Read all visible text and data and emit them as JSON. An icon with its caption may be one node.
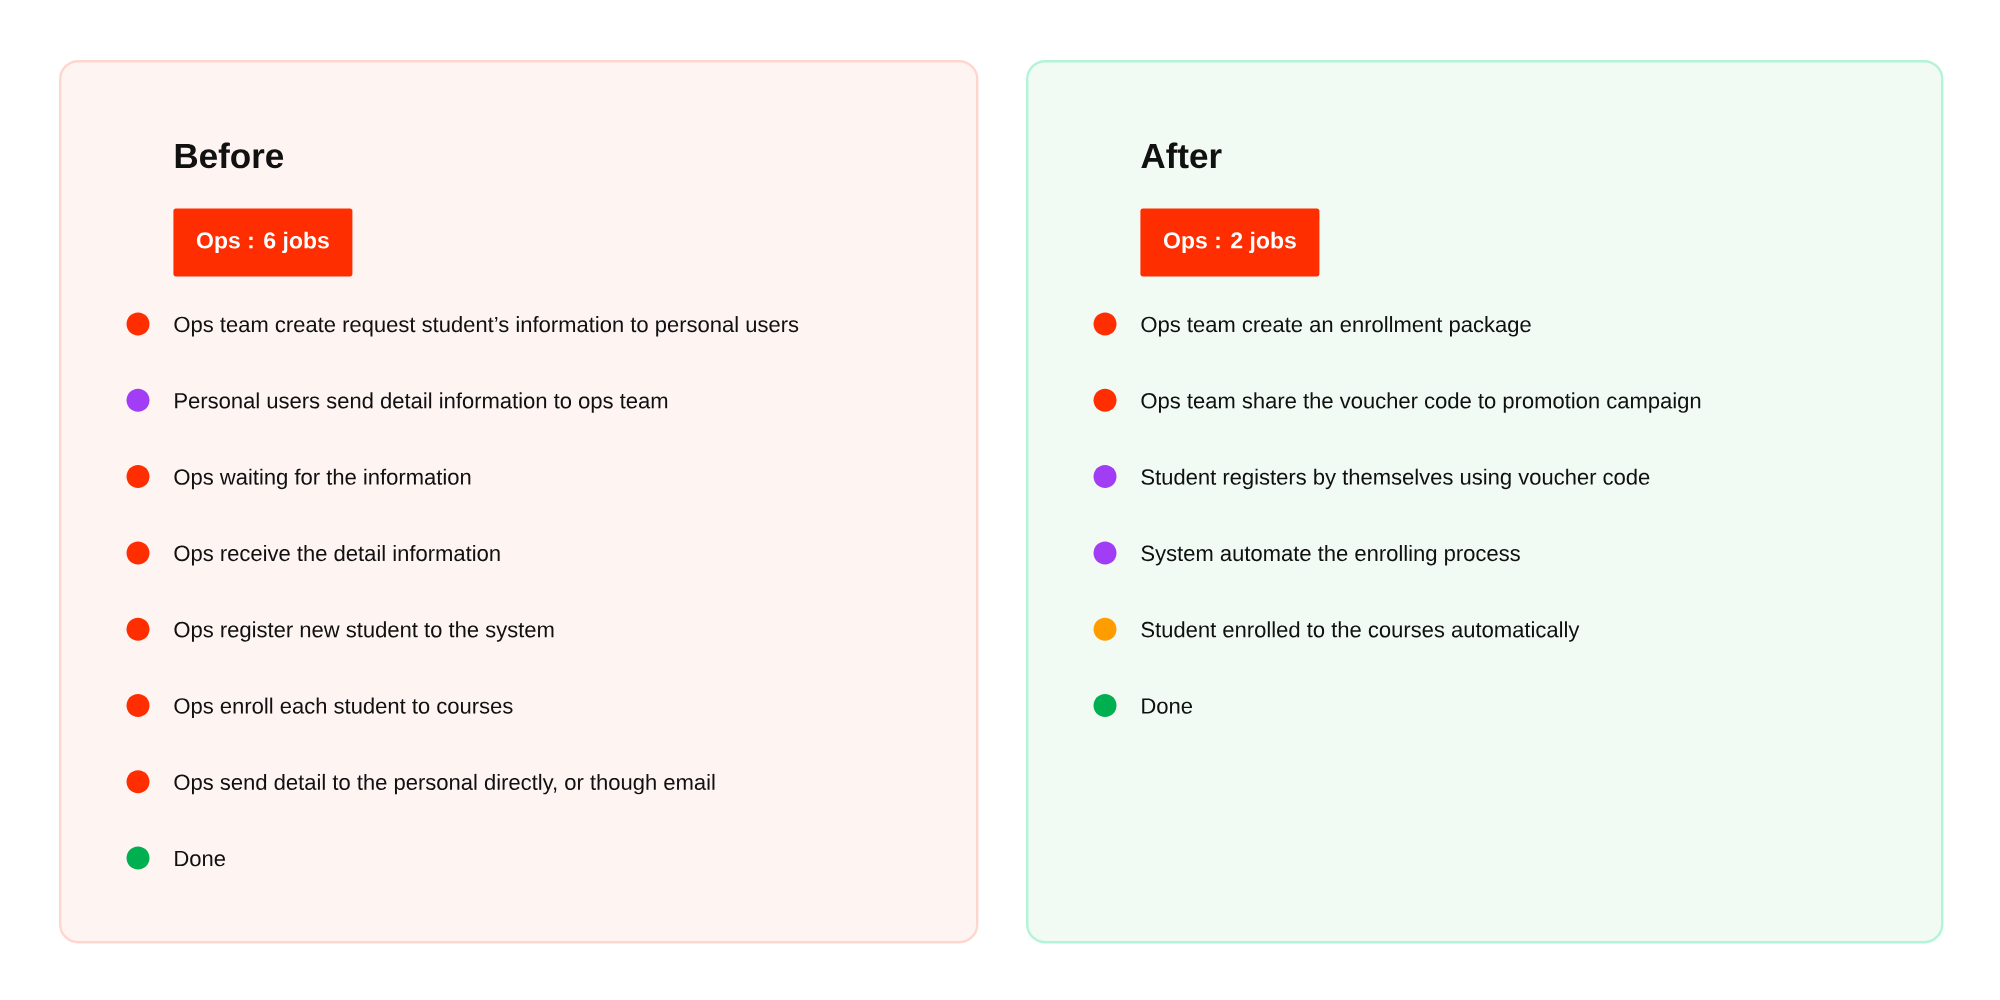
{
  "diagram": {
    "nodes": [
      {
        "text": [
          "Before",
          "Ops team create request student’s information to personal users",
          "Personal users send detail information to ops team",
          "Ops waiting for the information",
          "Ops receive the detail information",
          "Ops register new student to the system",
          "Ops enroll each student to courses",
          "Ops send detail to the personal directly, or though email",
          "Done"
        ]
      },
      {
        "text": [
          "Ops : 6 jobs"
        ],
        "in": 0
      },
      {
        "text": [
          "After",
          "Ops team create an enrollment package",
          "Ops team share the voucher code to promotion campaign",
          "Student registers by themselves using voucher code",
          "System automate the enrolling process",
          "Student enrolled to the courses automatically",
          "Done"
        ]
      },
      {
        "text": [
          "Ops : 2 jobs"
        ],
        "in": 2
      }
    ]
  }
}
